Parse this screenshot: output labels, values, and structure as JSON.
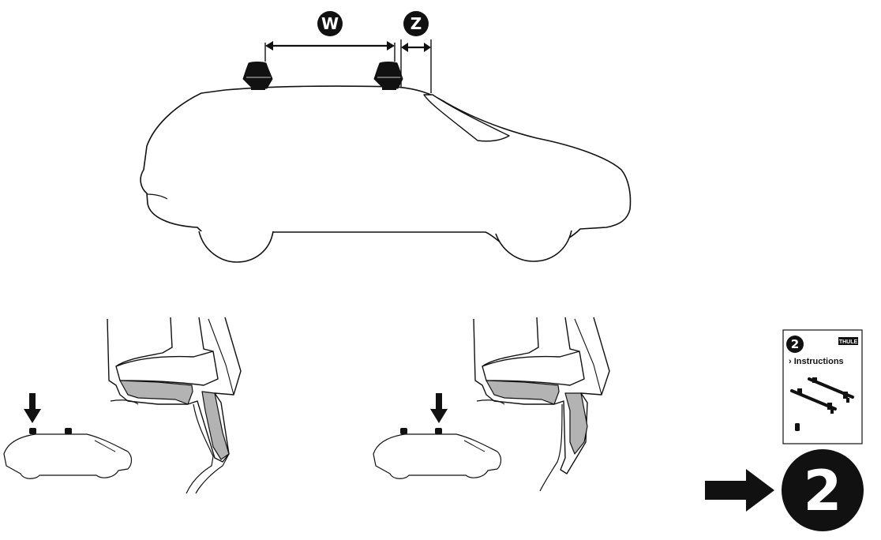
{
  "measurements": {
    "w_label": "W",
    "z_label": "Z"
  },
  "booklet": {
    "step_number": "2",
    "title": "› Instructions",
    "brand": "THULE"
  },
  "next_step": {
    "number": "2"
  },
  "icons": [
    "car-side-view",
    "roof-foot",
    "double-arrow",
    "down-arrow",
    "right-arrow",
    "instruction-booklet"
  ]
}
